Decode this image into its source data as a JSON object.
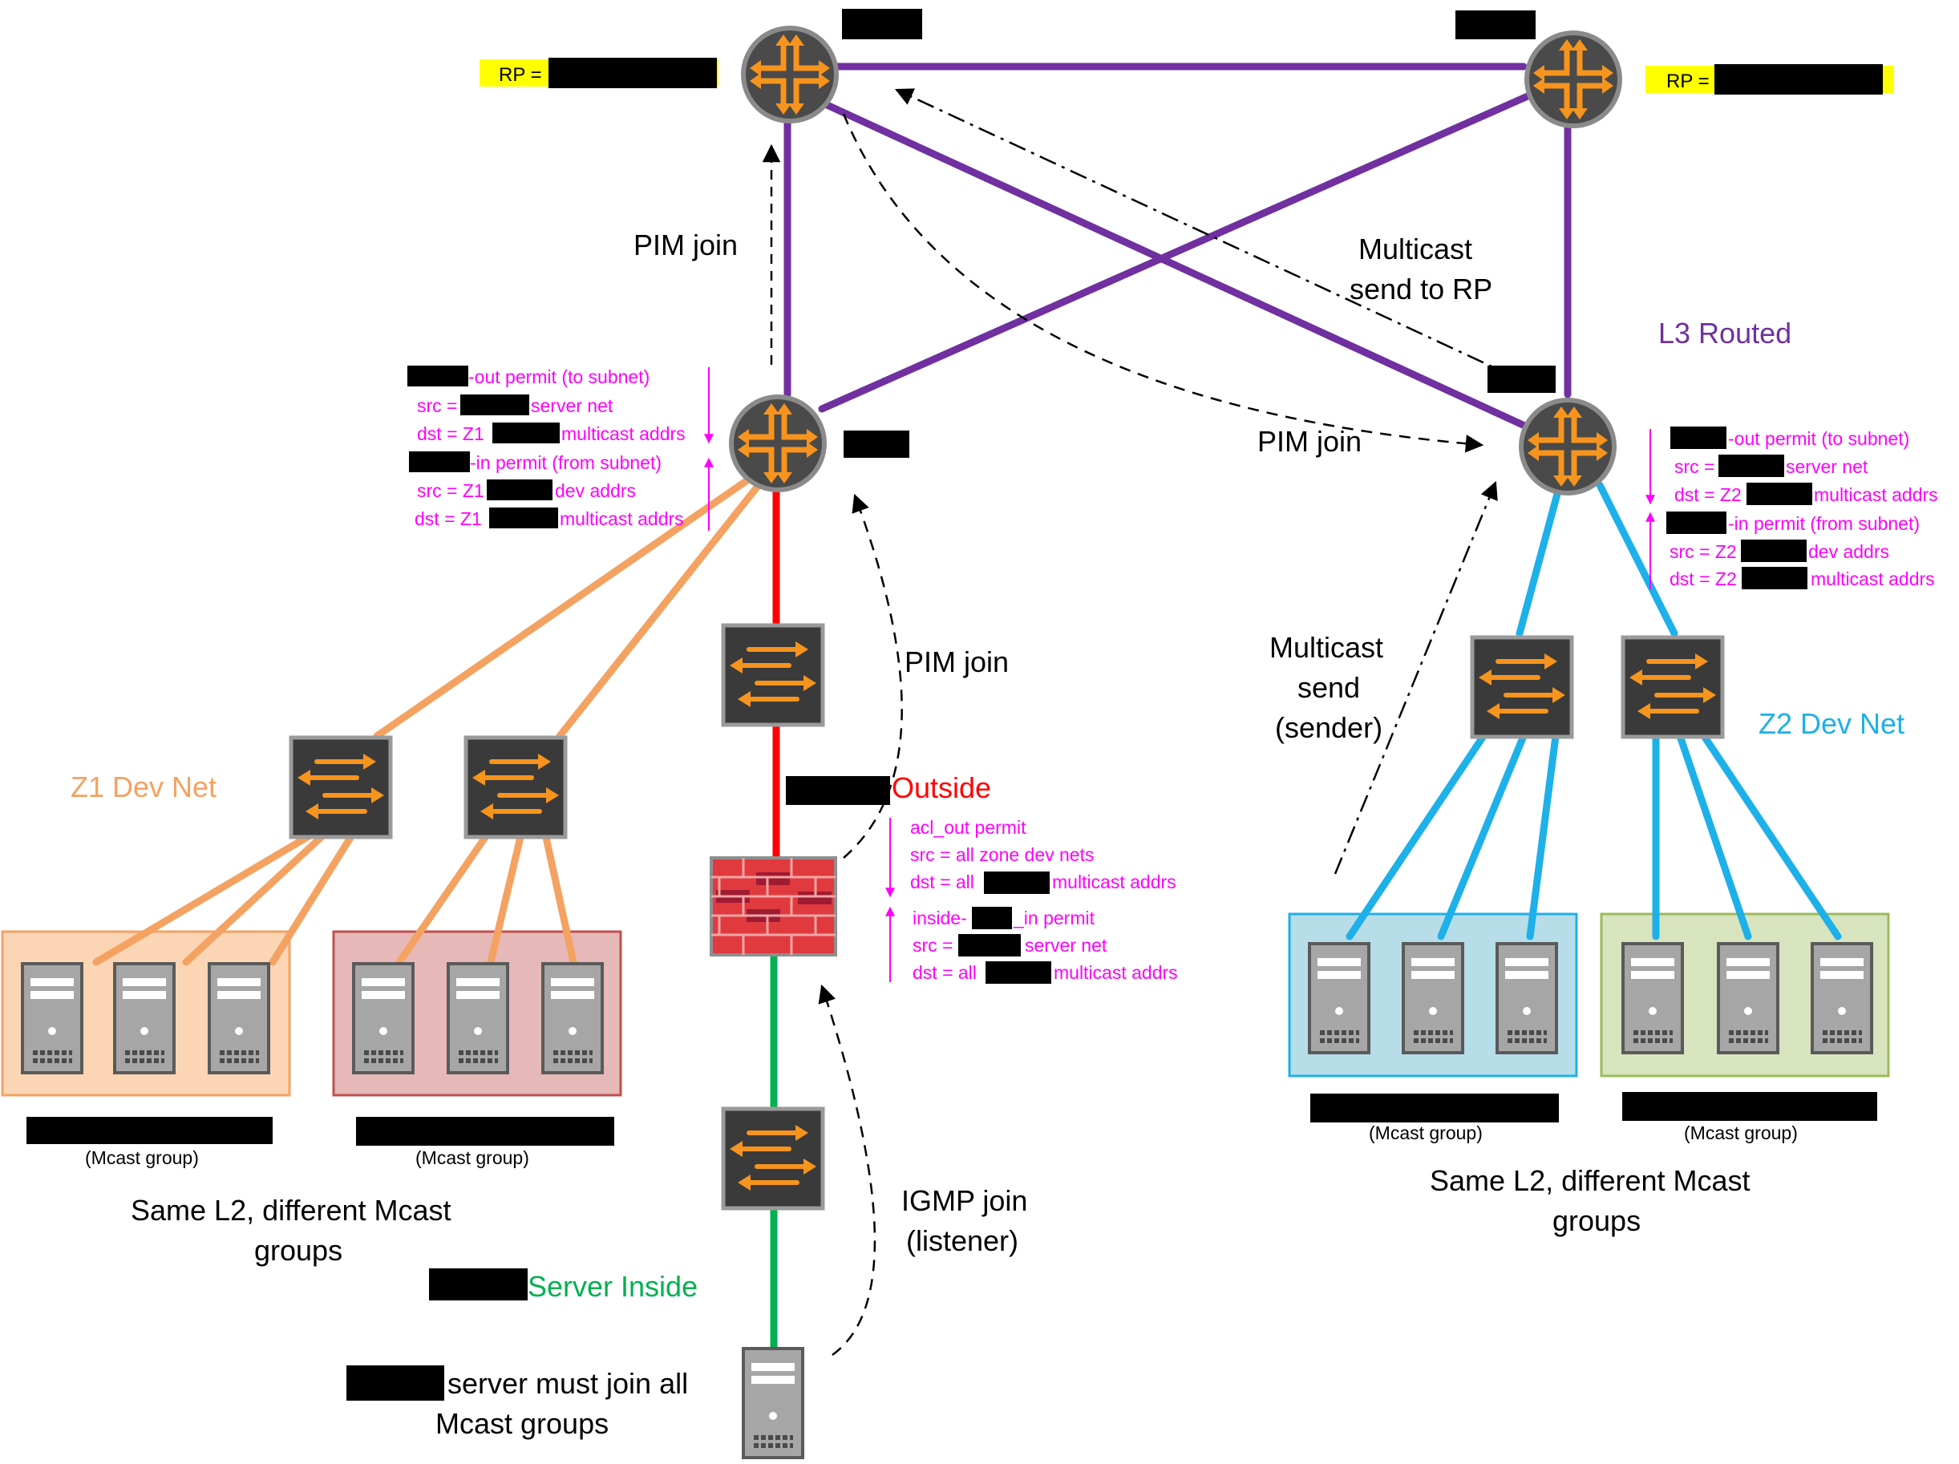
{
  "colors": {
    "purple": "#7030A0",
    "orange": "#F4A261",
    "red": "#FF0000",
    "green": "#00B050",
    "blue": "#1EB0E8",
    "magenta": "#FF00FF",
    "yellow": "#FFFF00",
    "router_body": "#4A4A4A",
    "arrow_orange": "#F7941D"
  },
  "labels": {
    "rp_left": "RP =",
    "rp_right": "RP =",
    "pim_join_top": "PIM join",
    "multicast_send_to_rp_1": "Multicast",
    "multicast_send_to_rp_2": "send to RP",
    "l3_routed": "L3 Routed",
    "pim_join_right": "PIM join",
    "pim_join_mid": "PIM join",
    "multicast_send_1": "Multicast",
    "multicast_send_2": "send",
    "multicast_send_3": "(sender)",
    "z1_dev_net": "Z1 Dev Net",
    "z2_dev_net": "Z2 Dev Net",
    "outside": "Outside",
    "server_inside": "Server Inside",
    "igmp_join_1": "IGMP join",
    "igmp_join_2": "(listener)",
    "server_must_join_1": "server must join all",
    "server_must_join_2": "Mcast groups",
    "same_l2_left_1": "Same L2, different Mcast",
    "same_l2_left_2": "groups",
    "same_l2_right_1": "Same L2, different Mcast",
    "same_l2_right_2": "groups",
    "mcast_group_1": "(Mcast group)",
    "mcast_group_2": "(Mcast group)",
    "mcast_group_3": "(Mcast group)",
    "mcast_group_4": "(Mcast group)"
  },
  "acl_left": {
    "out_permit": "-out permit (to subnet)",
    "src1": "src =",
    "src1_tail": "server net",
    "dst1": "dst = Z1",
    "dst1_tail": "multicast addrs",
    "in_permit": "-in permit (from subnet)",
    "src2": "src = Z1",
    "src2_tail": "dev addrs",
    "dst2": "dst = Z1",
    "dst2_tail": "multicast addrs"
  },
  "acl_right": {
    "out_permit": "-out permit (to subnet)",
    "src1": "src =",
    "src1_tail": "server net",
    "dst1": "dst = Z2",
    "dst1_tail": "multicast addrs",
    "in_permit": "-in permit (from subnet)",
    "src2": "src = Z2",
    "src2_tail": "dev addrs",
    "dst2": "dst = Z2",
    "dst2_tail": "multicast addrs"
  },
  "acl_fw": {
    "acl_out": "acl_out permit",
    "src1": "src = all zone dev nets",
    "dst1": "dst = all",
    "dst1_tail": "multicast addrs",
    "inside": "inside-",
    "inside_tail": "_in permit",
    "src2": "src =",
    "src2_tail": "server net",
    "dst2": "dst = all",
    "dst2_tail": "multicast addrs"
  }
}
